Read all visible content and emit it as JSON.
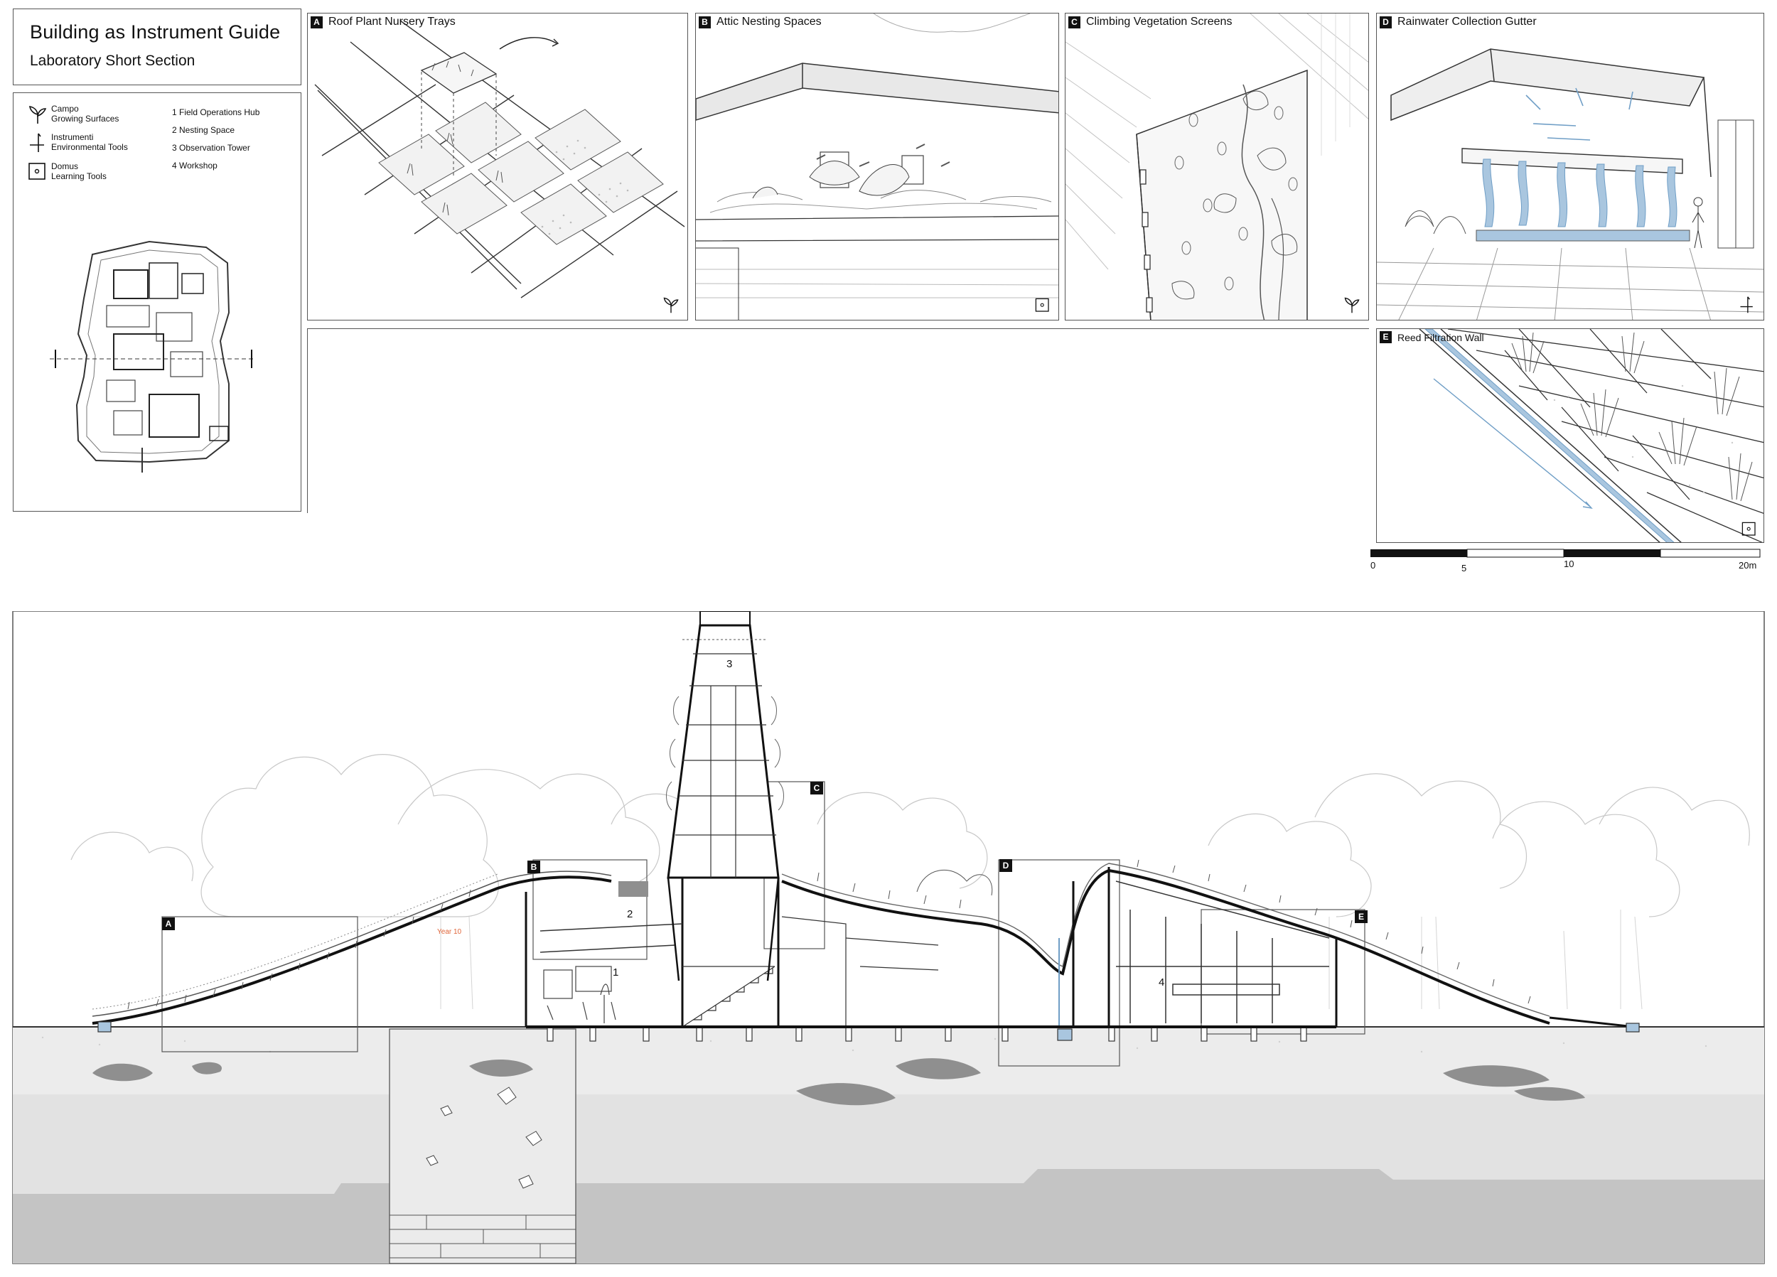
{
  "header": {
    "title": "Building as Instrument Guide",
    "subtitle": "Laboratory Short Section"
  },
  "legend": {
    "items": [
      {
        "icon": "sprout-icon",
        "line1": "Campo",
        "line2": "Growing Surfaces"
      },
      {
        "icon": "cross-tool-icon",
        "line1": "Instrumenti",
        "line2": "Environmental Tools"
      },
      {
        "icon": "square-dot-icon",
        "line1": "Domus",
        "line2": "Learning Tools"
      }
    ],
    "spaces": [
      "1 Field Operations Hub",
      "2 Nesting Space",
      "3 Observation Tower",
      "4 Workshop"
    ]
  },
  "panels": [
    {
      "letter": "A",
      "title": "Roof Plant Nursery Trays",
      "icon": "sprout-icon"
    },
    {
      "letter": "B",
      "title": "Attic Nesting Spaces",
      "icon": "square-dot-icon"
    },
    {
      "letter": "C",
      "title": "Climbing Vegetation Screens",
      "icon": "sprout-icon"
    },
    {
      "letter": "D",
      "title": "Rainwater Collection Gutter",
      "icon": "cross-tool-icon"
    },
    {
      "letter": "E",
      "title": "Reed Filtration Wall",
      "icon": "square-dot-icon"
    }
  ],
  "scale_bar": {
    "labels": [
      "0",
      "5",
      "10",
      "20m"
    ]
  },
  "section": {
    "tags": [
      "A",
      "B",
      "C",
      "D",
      "E"
    ],
    "rooms": [
      "1",
      "2",
      "3",
      "4"
    ],
    "annotation": "Year 10"
  },
  "colors": {
    "line": "#2b2b2b",
    "light_line": "#b9b9b9",
    "water": "#6f9ec6",
    "ground": "#d9d9d9",
    "ground_dark": "#9a9a9a",
    "accent": "#e0663a"
  }
}
